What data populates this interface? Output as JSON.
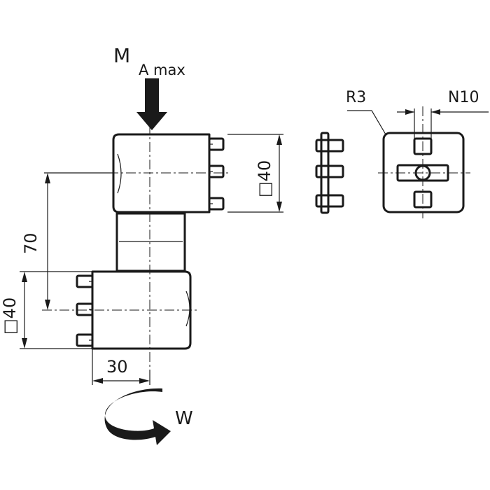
{
  "labels": {
    "moment_main": "M",
    "moment_sub": "A max",
    "dim_height": "70",
    "dim_upper_square": "□40",
    "dim_lower_square": "□40",
    "dim_width": "30",
    "rotation": "W",
    "radius": "R3",
    "slot": "N10"
  },
  "colors": {
    "line": "#1a1a1a",
    "background": "#ffffff"
  },
  "icons": {
    "force": "down-arrow-icon",
    "rotation": "curved-arrow-icon"
  }
}
